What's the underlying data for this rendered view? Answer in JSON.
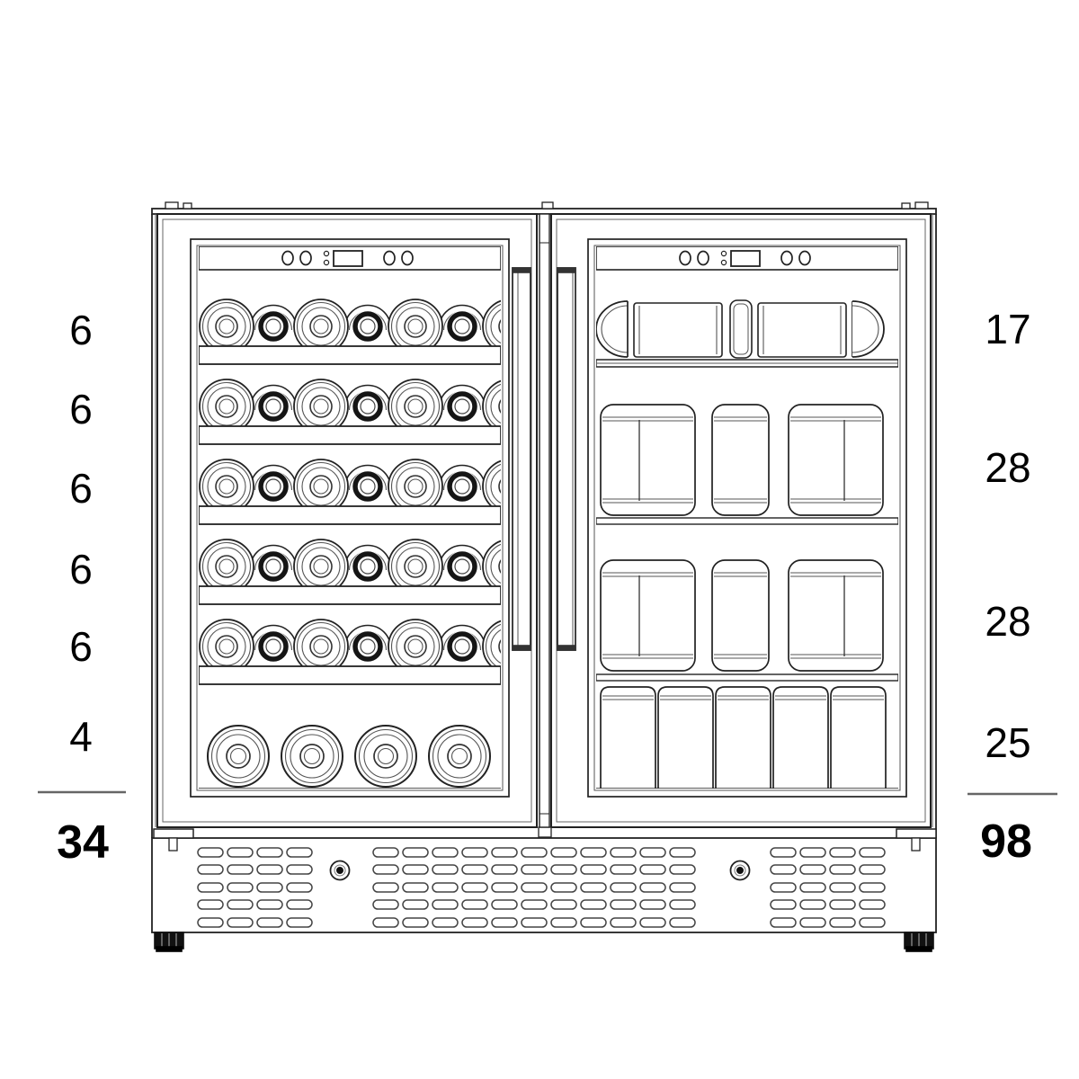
{
  "left_column": {
    "shelf_counts": [
      "6",
      "6",
      "6",
      "6",
      "6",
      "4"
    ],
    "total": "34"
  },
  "right_column": {
    "shelf_counts": [
      "17",
      "28",
      "28",
      "25"
    ],
    "total": "98"
  },
  "colors": {
    "line": "#222222",
    "line_light": "#555555",
    "text": "#000000",
    "background": "#ffffff"
  }
}
